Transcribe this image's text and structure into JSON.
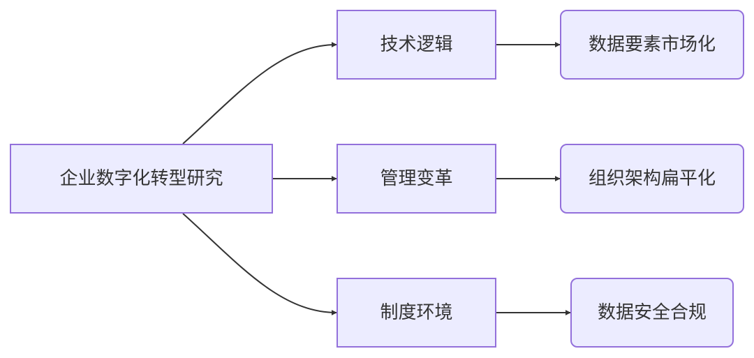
{
  "diagram": {
    "type": "flowchart",
    "direction": "left-to-right",
    "colors": {
      "node_fill": "#ECECFF",
      "node_border": "#9370DB",
      "edge": "#333333",
      "text": "#333333"
    },
    "nodes": {
      "root": "企业数字化转型研究",
      "tech": "技术逻辑",
      "mgmt": "管理变革",
      "inst": "制度环境",
      "data_market": "数据要素市场化",
      "flat_org": "组织架构扁平化",
      "compliance": "数据安全合规"
    },
    "edges": [
      {
        "from": "root",
        "to": "tech"
      },
      {
        "from": "root",
        "to": "mgmt"
      },
      {
        "from": "root",
        "to": "inst"
      },
      {
        "from": "tech",
        "to": "data_market"
      },
      {
        "from": "mgmt",
        "to": "flat_org"
      },
      {
        "from": "inst",
        "to": "compliance"
      }
    ]
  }
}
